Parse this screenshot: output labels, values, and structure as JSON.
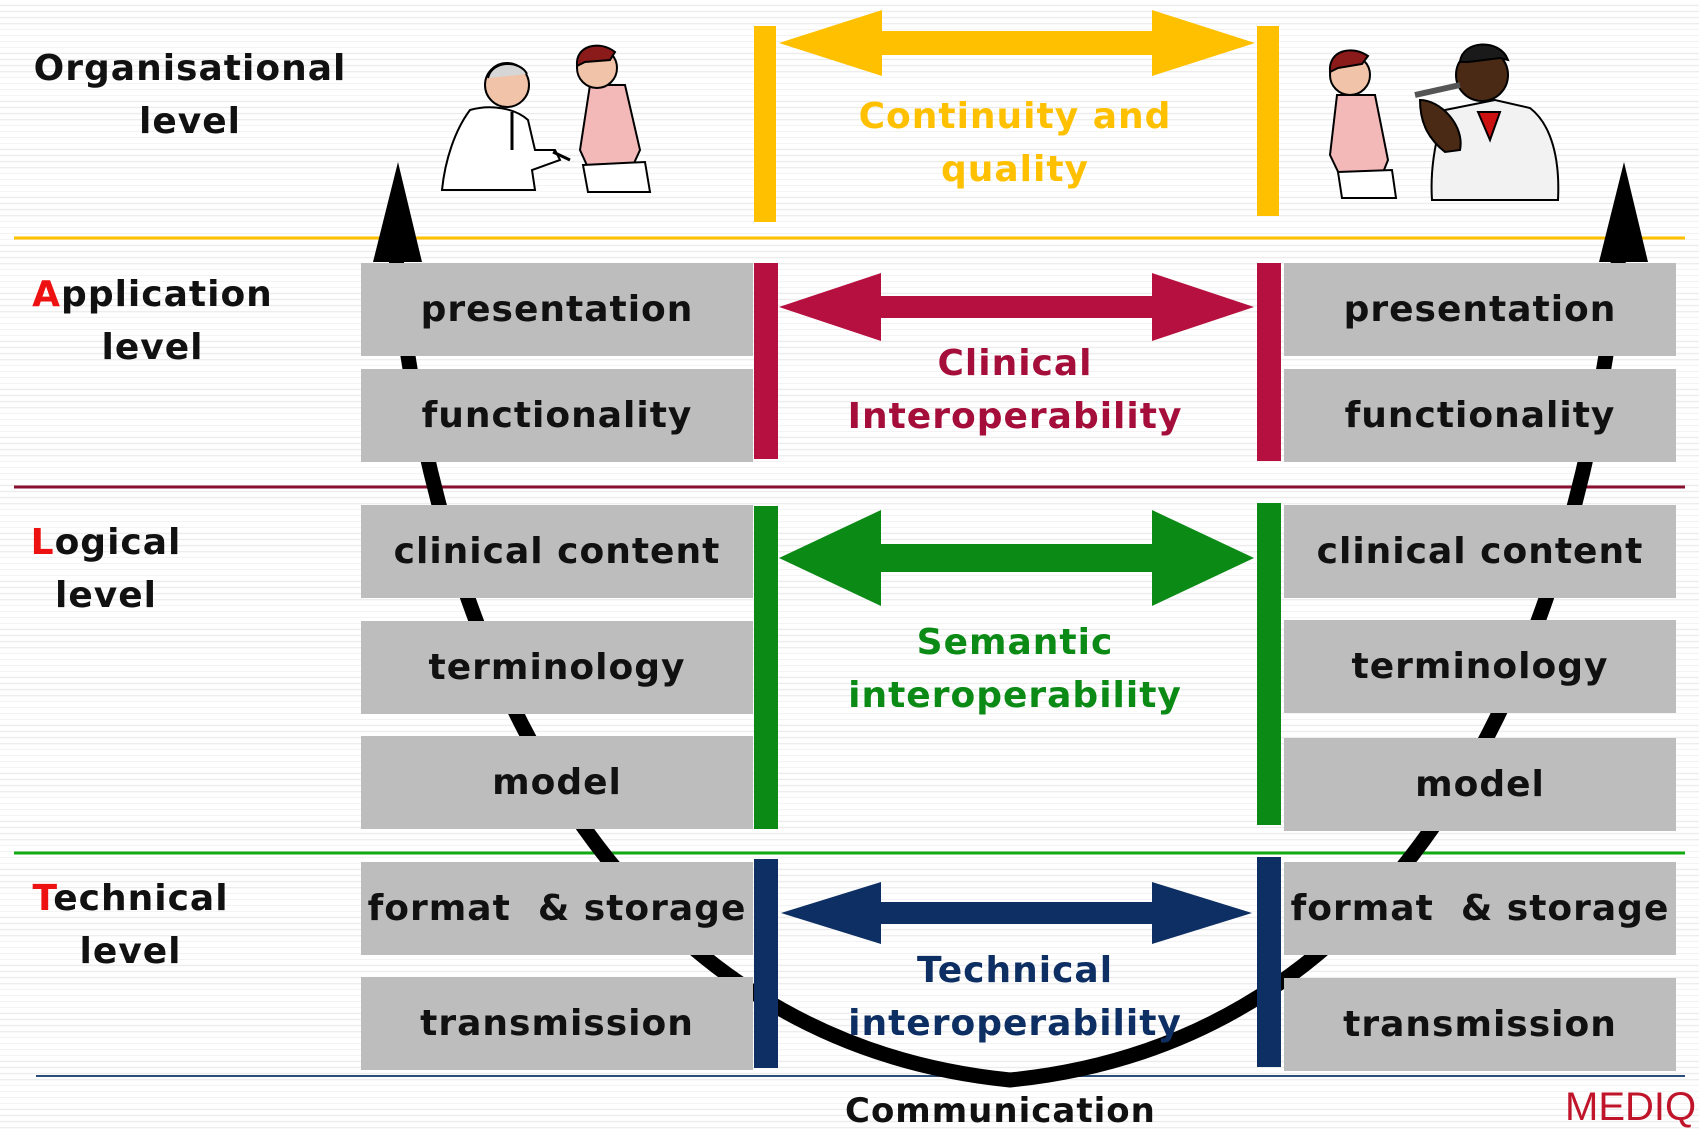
{
  "levels": {
    "organisational": {
      "first": "",
      "rest": "Organisational",
      "line2": "level"
    },
    "application": {
      "first": "A",
      "rest": "pplication",
      "line2": "level"
    },
    "logical": {
      "first": "L",
      "rest": "ogical",
      "line2": "level"
    },
    "technical": {
      "first": "T",
      "rest": "echnical",
      "line2": "level"
    }
  },
  "left_stack": {
    "presentation": "presentation",
    "functionality": "functionality",
    "clinical_content": "clinical content",
    "terminology": "terminology",
    "model": "model",
    "format_storage": "format  & storage",
    "transmission": "transmission"
  },
  "right_stack": {
    "presentation": "presentation",
    "functionality": "functionality",
    "clinical_content": "clinical content",
    "terminology": "terminology",
    "model": "model",
    "format_storage": "format  & storage",
    "transmission": "transmission"
  },
  "interop": {
    "continuity": {
      "line1": "Continuity and",
      "line2": "quality",
      "color": "#ffc000"
    },
    "clinical": {
      "line1": "Clinical",
      "line2": "Interoperability",
      "color": "#a50e3a"
    },
    "semantic": {
      "line1": "Semantic",
      "line2": "interoperability",
      "color": "#0b8a16"
    },
    "technical": {
      "line1": "Technical",
      "line2": "interoperability",
      "color": "#0e2f63"
    }
  },
  "communication_label": "Communication",
  "brand": "MEDIQ",
  "icons": [
    "doctor-examining-patient-icon",
    "patient-icon",
    "doctor-with-syringe-icon"
  ]
}
